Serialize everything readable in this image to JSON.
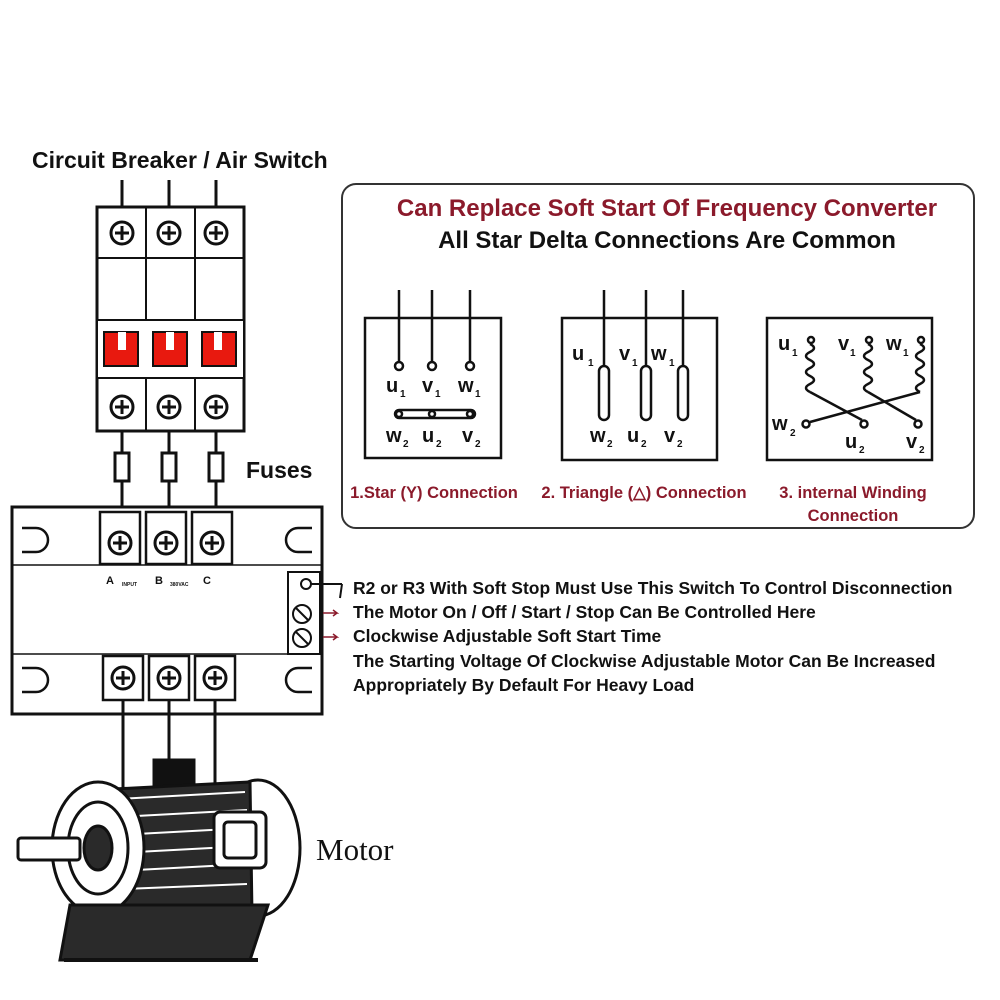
{
  "labels": {
    "breaker": "Circuit Breaker / Air Switch",
    "fuses": "Fuses",
    "motor": "Motor"
  },
  "panel": {
    "title": "Can Replace Soft Start Of Frequency Converter",
    "subtitle": "All Star Delta Connections Are Common",
    "diagrams": [
      {
        "caption": "1.Star (Y) Connection",
        "top": [
          "u",
          "v",
          "w"
        ],
        "bottom": [
          "w",
          "u",
          "v"
        ]
      },
      {
        "caption": "2. Triangle (△) Connection",
        "top": [
          "u",
          "v",
          "w"
        ],
        "bottom": [
          "w",
          "u",
          "v"
        ]
      },
      {
        "caption_line1": "3. internal Winding",
        "caption_line2": "Connection",
        "top": [
          "u",
          "v",
          "w"
        ],
        "bottom": [
          "w",
          "u",
          "v"
        ]
      }
    ],
    "subscript_top": "1",
    "subscript_bottom": "2"
  },
  "starter": {
    "terminals_in": [
      "A",
      "B",
      "C"
    ],
    "small_text": "INPUT",
    "small_text2": "380VAC",
    "notes": [
      "R2 or R3 With Soft Stop Must Use This Switch To Control Disconnection",
      "The Motor On / Off / Start / Stop Can Be Controlled Here",
      "Clockwise Adjustable Soft Start Time",
      "The Starting Voltage Of Clockwise Adjustable Motor Can Be Increased",
      "Appropriately By Default For Heavy Load"
    ]
  },
  "colors": {
    "breaker_handle": "#e8190f",
    "title_red": "#8b1a2b",
    "panel_border": "#333333"
  }
}
